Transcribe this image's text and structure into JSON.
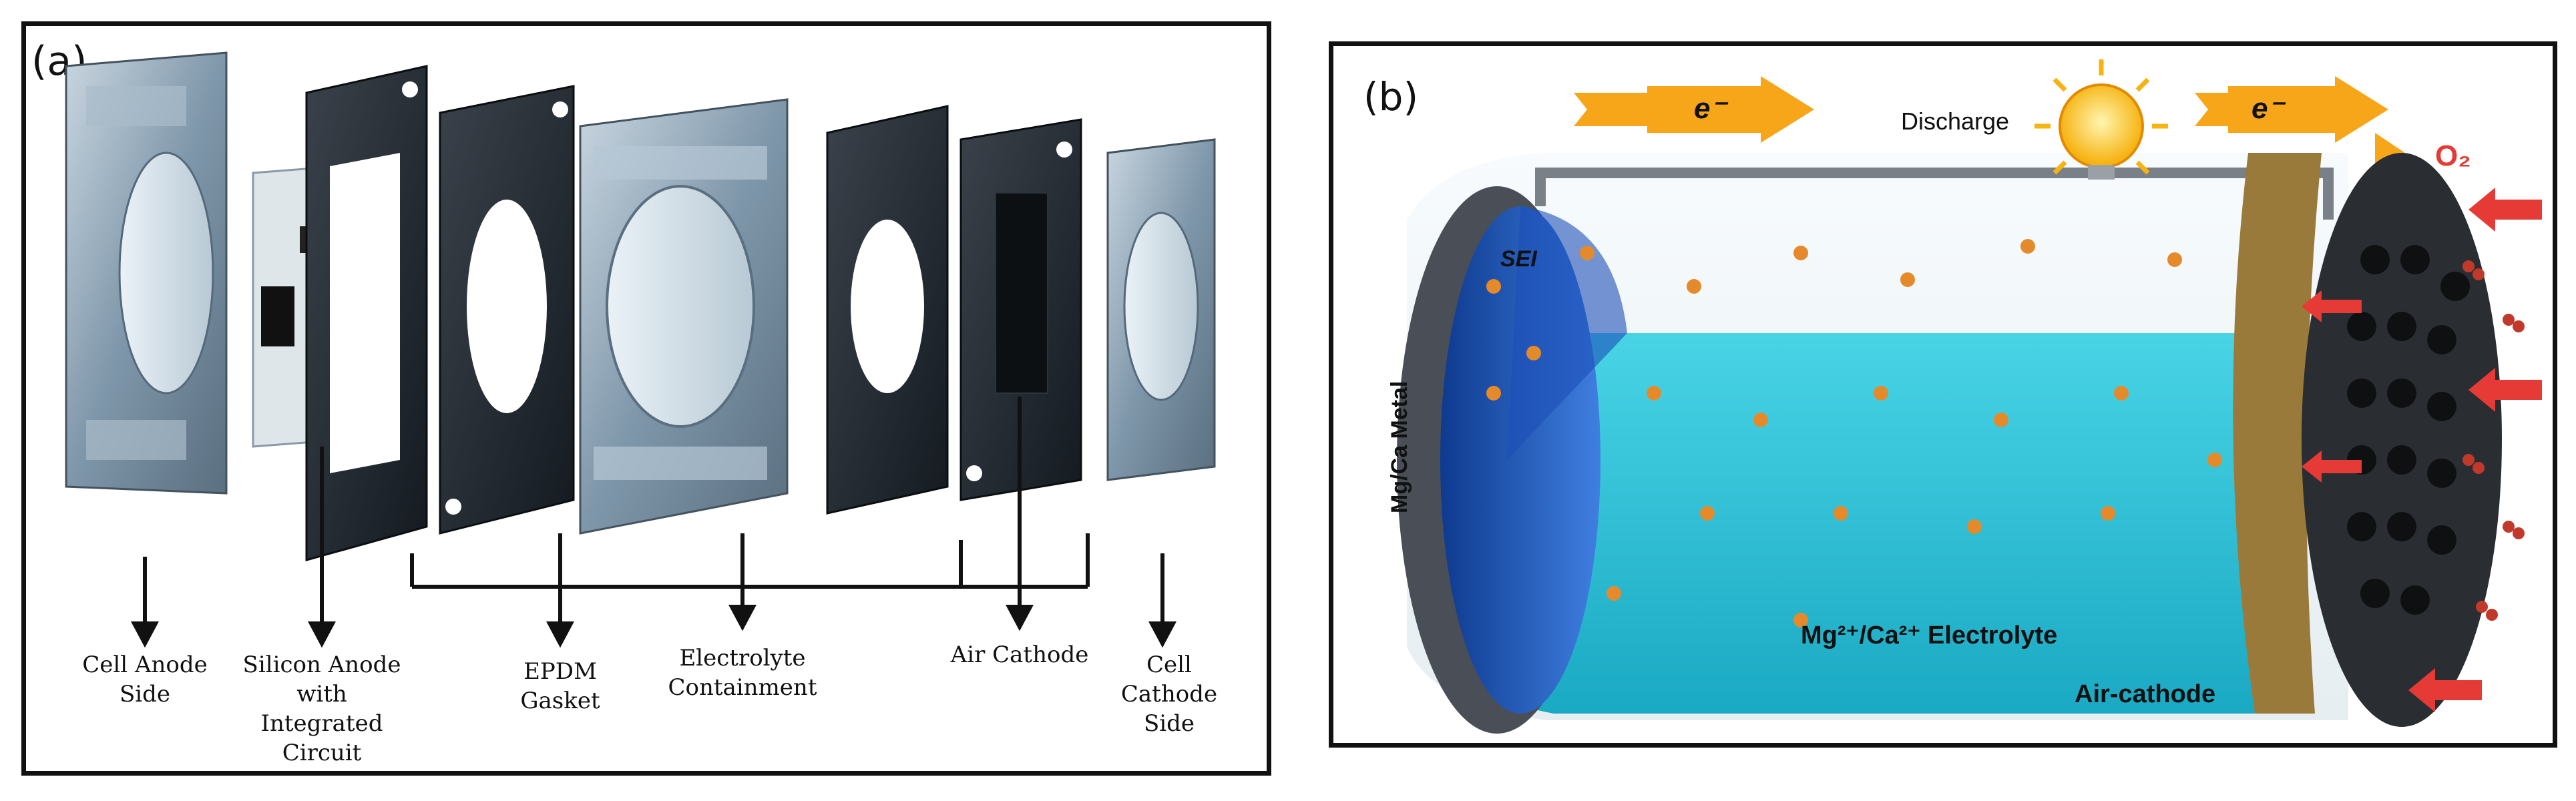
{
  "panel_a": {
    "tag": "(a)",
    "components": [
      {
        "id": "cell_anode",
        "line1": "Cell Anode",
        "line2": "Side",
        "line3": ""
      },
      {
        "id": "silicon_anode",
        "line1": "Silicon Anode",
        "line2": "with Integrated",
        "line3": "Circuit"
      },
      {
        "id": "epdm",
        "line1": "EPDM",
        "line2": "Gasket",
        "line3": ""
      },
      {
        "id": "electrolyte",
        "line1": "Electrolyte",
        "line2": "Containment",
        "line3": ""
      },
      {
        "id": "air_cathode",
        "line1": "Air Cathode",
        "line2": "",
        "line3": ""
      },
      {
        "id": "cell_cathode",
        "line1": "Cell Cathode",
        "line2": "Side",
        "line3": ""
      }
    ]
  },
  "panel_b": {
    "tag": "(b)",
    "discharge": "Discharge",
    "electron_left": "e⁻",
    "electron_right": "e⁻",
    "oxygen": "O₂",
    "sei": "SEI",
    "metal": "Mg/Ca Metal",
    "electrolyte": "Mg²⁺/Ca²⁺ Electrolyte",
    "cathode": "Air-cathode"
  },
  "colors": {
    "frame": "#111111",
    "gasket": "#1c2128",
    "acrylic": "#8fa6b8",
    "electrolyte": "#2ec6dc",
    "metal_blue": "#1f4fb0",
    "arrow_red": "#e53a35",
    "arrow_orange": "#f7a619",
    "bulb": "#ffd22e"
  }
}
